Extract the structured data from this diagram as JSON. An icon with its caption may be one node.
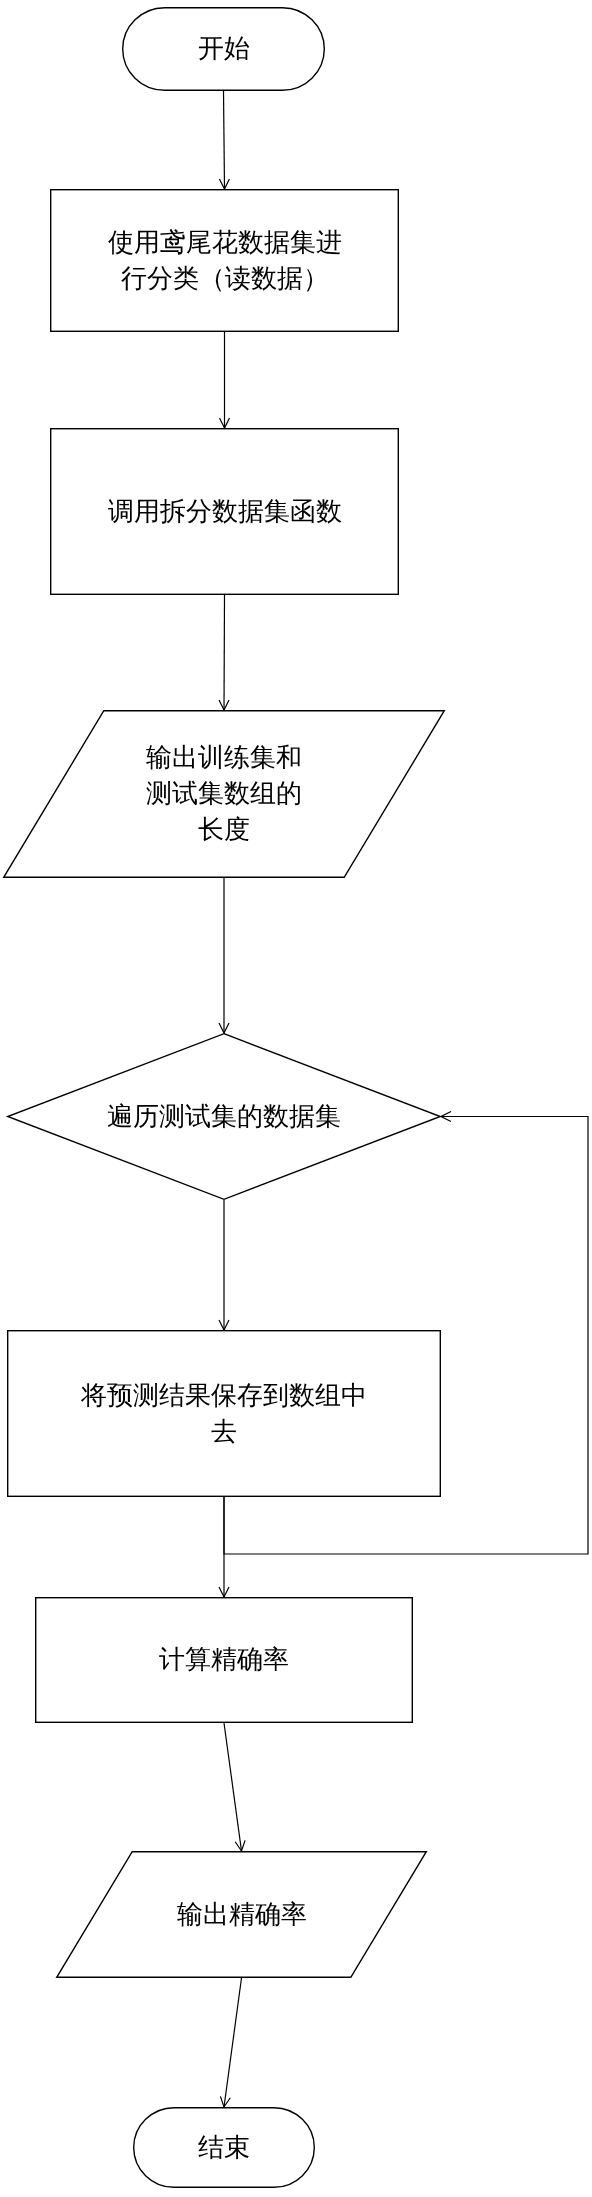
{
  "diagram": {
    "nodes": [
      {
        "text": [
          "开始"
        ]
      },
      {
        "text": [
          "使用鸢尾花数据集进行分类（读数据）"
        ]
      },
      {
        "text": [
          "调用拆分数据集函数"
        ]
      },
      {
        "text": [
          "输出训练集和测试集数组的长度"
        ]
      },
      {
        "text": [
          "遍历测试集的数据集"
        ]
      },
      {
        "text": [
          "将预测结果保存到数组中去"
        ]
      },
      {
        "text": [
          "计算精确率"
        ]
      },
      {
        "text": [
          "输出精确率"
        ]
      },
      {
        "text": [
          "结束"
        ]
      }
    ],
    "edges": [
      {
        "from": 0,
        "to": 1,
        "arrow": "to"
      },
      {
        "from": 1,
        "to": 2,
        "arrow": "to"
      },
      {
        "from": 2,
        "to": 3,
        "arrow": "to"
      },
      {
        "from": 3,
        "to": 4,
        "arrow": "to"
      },
      {
        "from": 4,
        "to": 5,
        "arrow": "to"
      },
      {
        "from": 5,
        "to": 6,
        "arrow": "to"
      },
      {
        "from": 5,
        "to": 4,
        "arrow": "to"
      },
      {
        "from": 6,
        "to": 7,
        "arrow": "to"
      },
      {
        "from": 7,
        "to": 8,
        "arrow": "to"
      }
    ]
  }
}
